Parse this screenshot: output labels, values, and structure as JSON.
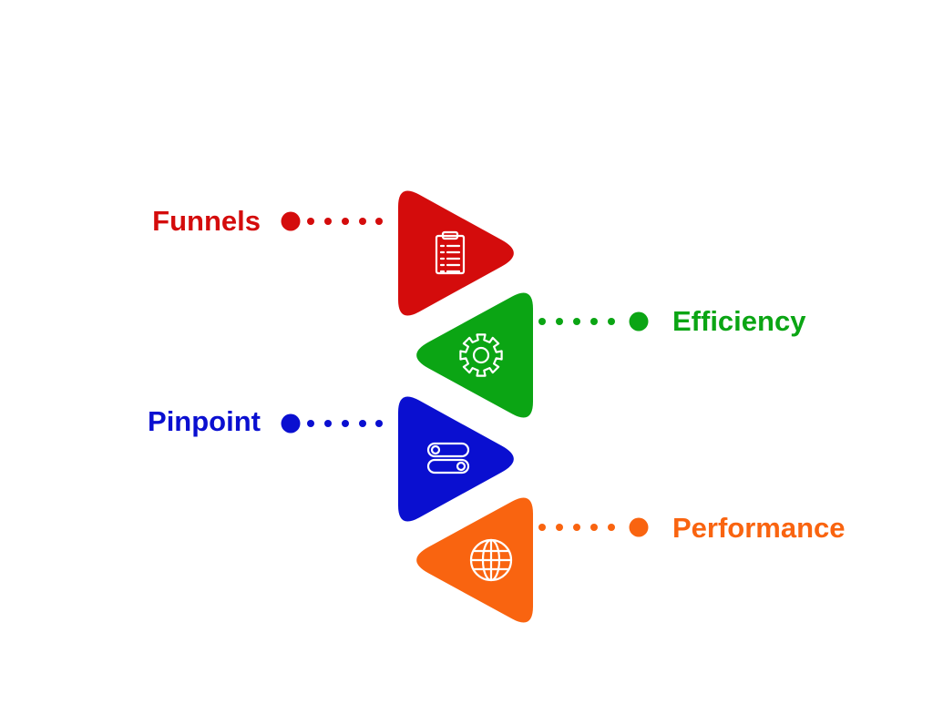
{
  "steps": [
    {
      "label": "Funnels",
      "color": "#D40C0C",
      "icon": "clipboard-icon",
      "side": "left"
    },
    {
      "label": "Efficiency",
      "color": "#0BA514",
      "icon": "gear-icon",
      "side": "right"
    },
    {
      "label": "Pinpoint",
      "color": "#0A0FD0",
      "icon": "toggle-switches-icon",
      "side": "left"
    },
    {
      "label": "Performance",
      "color": "#F96410",
      "icon": "globe-icon",
      "side": "right"
    }
  ]
}
